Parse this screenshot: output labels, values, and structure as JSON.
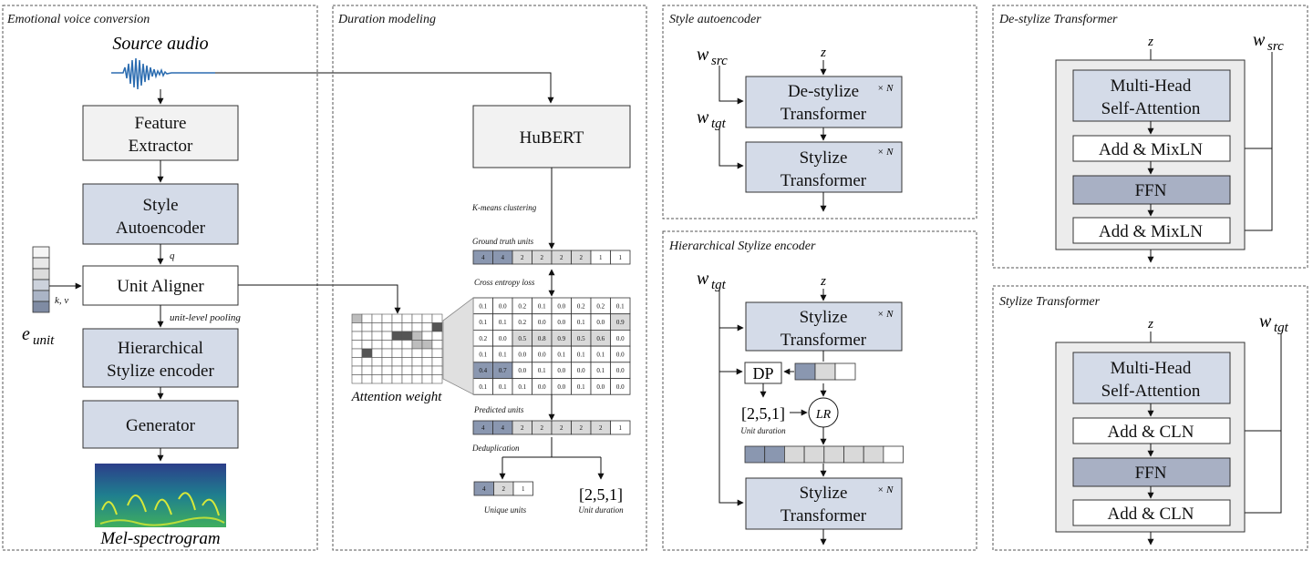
{
  "panels": {
    "evc": "Emotional voice conversion",
    "duration": "Duration modeling",
    "style_ae": "Style autoencoder",
    "hier": "Hierarchical Stylize encoder",
    "destylize": "De-stylize Transformer",
    "stylize": "Stylize Transformer"
  },
  "evc": {
    "source_audio": "Source audio",
    "feature_extractor": [
      "Feature",
      "Extractor"
    ],
    "style_autoencoder": [
      "Style",
      "Autoencoder"
    ],
    "q": "q",
    "unit_aligner": "Unit Aligner",
    "kv": "k, v",
    "e_unit": "e",
    "e_unit_sub": "unit",
    "unit_pooling": "unit-level pooling",
    "hier_encoder": [
      "Hierarchical",
      "Stylize encoder"
    ],
    "generator": "Generator",
    "mel": "Mel-spectrogram"
  },
  "duration": {
    "hubert": "HuBERT",
    "kmeans": "K-means clustering",
    "gt_units_label": "Ground truth units",
    "gt_units": [
      "4",
      "4",
      "2",
      "2",
      "2",
      "2",
      "1",
      "1"
    ],
    "ce_loss": "Cross entropy loss",
    "matrix": [
      [
        "0.1",
        "0.0",
        "0.2",
        "0.1",
        "0.0",
        "0.2",
        "0.2",
        "0.1"
      ],
      [
        "0.1",
        "0.1",
        "0.2",
        "0.0",
        "0.0",
        "0.1",
        "0.0",
        "0.9"
      ],
      [
        "0.2",
        "0.0",
        "0.5",
        "0.8",
        "0.9",
        "0.5",
        "0.6",
        "0.0"
      ],
      [
        "0.1",
        "0.1",
        "0.0",
        "0.0",
        "0.1",
        "0.1",
        "0.1",
        "0.0"
      ],
      [
        "0.4",
        "0.7",
        "0.0",
        "0.1",
        "0.0",
        "0.0",
        "0.1",
        "0.0"
      ],
      [
        "0.1",
        "0.1",
        "0.1",
        "0.0",
        "0.0",
        "0.1",
        "0.0",
        "0.0"
      ]
    ],
    "attention_weight": "Attention weight",
    "pred_units_label": "Predicted units",
    "pred_units": [
      "4",
      "4",
      "2",
      "2",
      "2",
      "2",
      "2",
      "1"
    ],
    "dedup": "Deduplication",
    "unique_units": [
      "4",
      "2",
      "1"
    ],
    "unique_units_label": "Unique units",
    "unit_duration_value": "[2,5,1]",
    "unit_duration_label": "Unit duration"
  },
  "style_ae": {
    "w_src": "w",
    "w_src_sub": "src",
    "w_tgt": "w",
    "w_tgt_sub": "tgt",
    "z": "z",
    "destylize": [
      "De-stylize",
      "Transformer"
    ],
    "stylize": [
      "Stylize",
      "Transformer"
    ],
    "xN": "× N"
  },
  "hier": {
    "w_tgt": "w",
    "w_tgt_sub": "tgt",
    "z": "z",
    "stylize": [
      "Stylize",
      "Transformer"
    ],
    "xN": "× N",
    "dp": "DP",
    "duration": "[2,5,1]",
    "unit_duration": "Unit duration",
    "lr": "LR"
  },
  "destylize": {
    "z": "z",
    "w": "w",
    "w_sub": "src",
    "mhsa": [
      "Multi-Head",
      "Self-Attention"
    ],
    "add1": "Add & MixLN",
    "ffn": "FFN",
    "add2": "Add & MixLN"
  },
  "stylize": {
    "z": "z",
    "w": "w",
    "w_sub": "tgt",
    "mhsa": [
      "Multi-Head",
      "Self-Attention"
    ],
    "add1": "Add & CLN",
    "ffn": "FFN",
    "add2": "Add & CLN"
  }
}
